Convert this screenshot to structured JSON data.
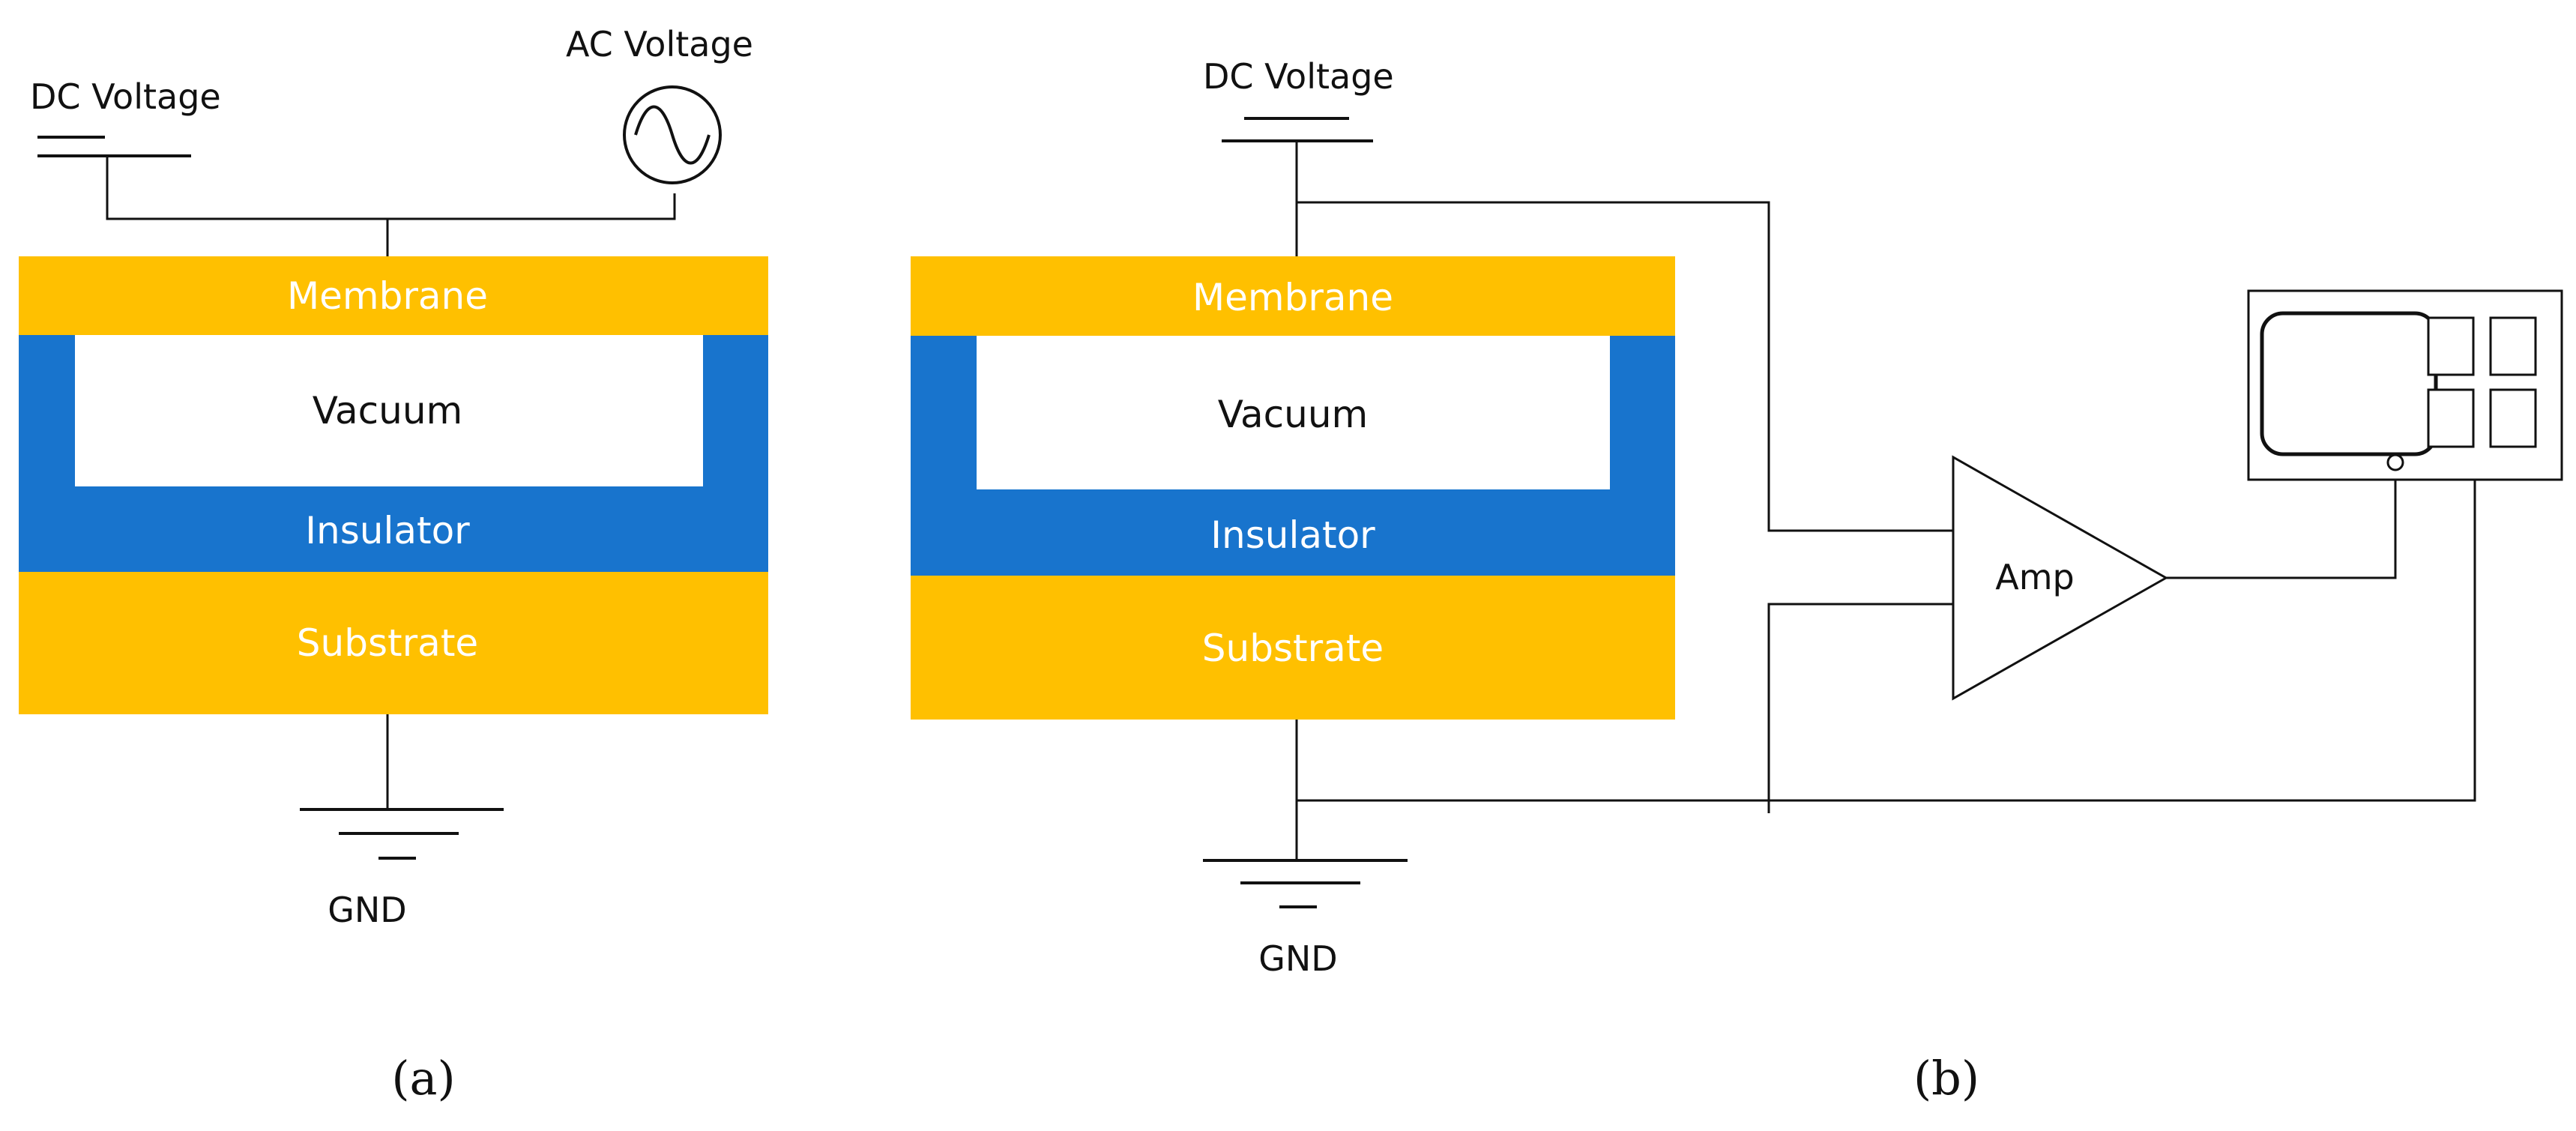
{
  "colors": {
    "membrane": "#FFC000",
    "substrate": "#FFC000",
    "insulator": "#1874CD",
    "vacuum": "#FFFFFF",
    "wire": "#111111",
    "membrane_text": "#FFFFFF",
    "insulator_text": "#FFFFFF",
    "vacuum_text": "#111111"
  },
  "panel_a": {
    "dc_label": "DC Voltage",
    "ac_label": "AC Voltage",
    "membrane": "Membrane",
    "vacuum": "Vacuum",
    "insulator": "Insulator",
    "substrate": "Substrate",
    "gnd": "GND",
    "caption": "(a)"
  },
  "panel_b": {
    "dc_label": "DC Voltage",
    "membrane": "Membrane",
    "vacuum": "Vacuum",
    "insulator": "Insulator",
    "substrate": "Substrate",
    "gnd": "GND",
    "amp_label": "Amp",
    "caption": "(b)"
  },
  "icons": {
    "ac_source": "ac-source-icon",
    "dc_source": "dc-plate-icon",
    "ground": "ground-icon",
    "amplifier": "amplifier-triangle-icon",
    "oscilloscope": "oscilloscope-icon"
  }
}
